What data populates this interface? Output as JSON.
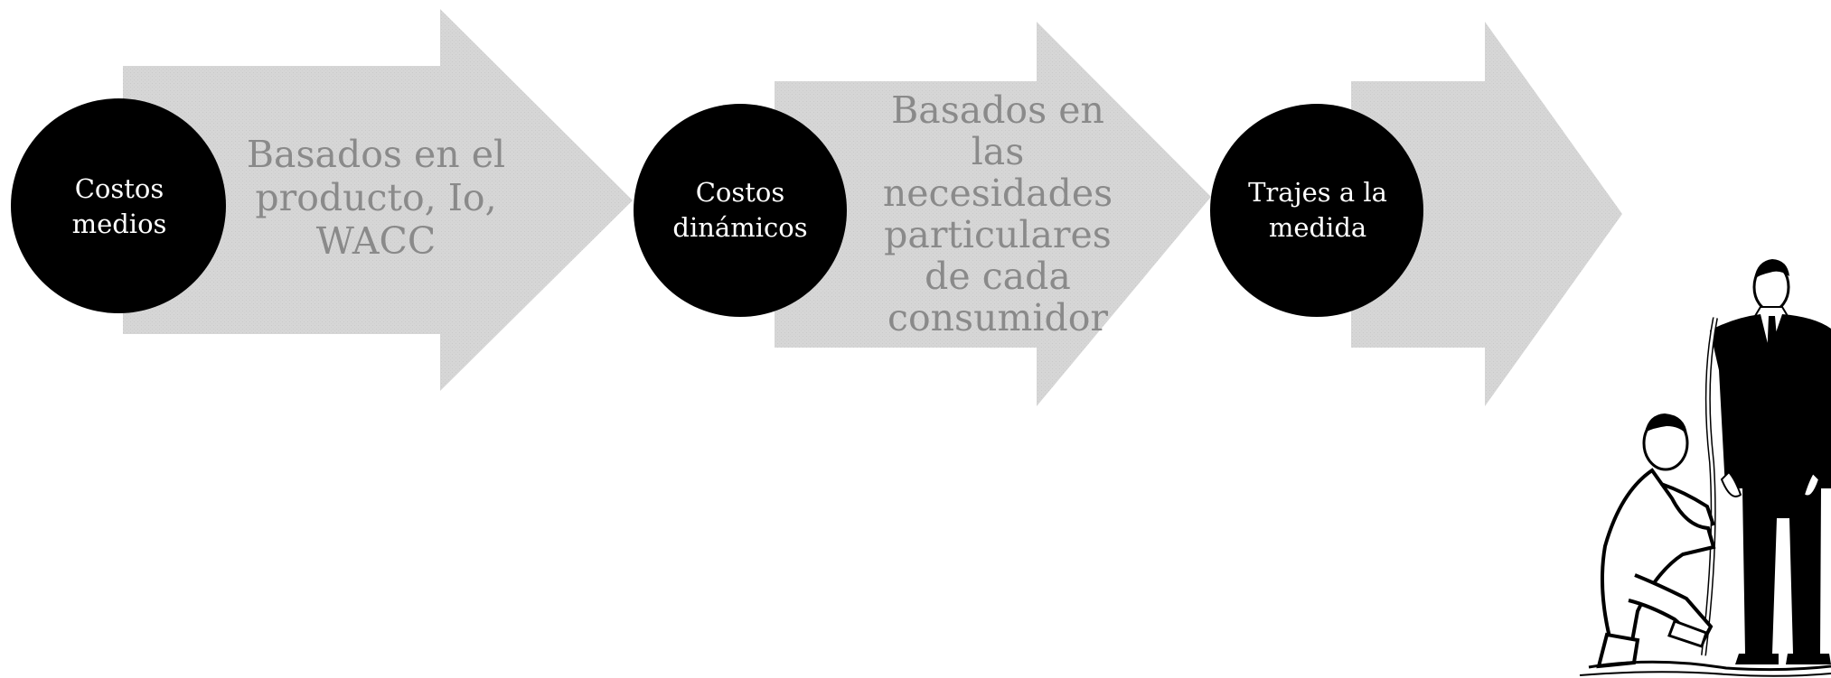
{
  "diagram": {
    "steps": [
      {
        "node_label": "Costos\nmedios",
        "arrow_text": "Basados en el\nproducto, Io,\nWACC"
      },
      {
        "node_label": "Costos\ndinámicos",
        "arrow_text": "Basados en\nlas\nnecesidades\nparticulares\nde cada\nconsumidor"
      },
      {
        "node_label": "Trajes a la\nmedida",
        "arrow_text": ""
      }
    ],
    "illustration": {
      "icon": "tailor-measuring-suit-illustration"
    }
  },
  "colors": {
    "arrow_fill": "#d6d6d6",
    "arrow_texture": "#c9c9c9",
    "node_fill": "#000000",
    "node_text": "#ffffff",
    "arrow_text": "#8a8a8a"
  }
}
